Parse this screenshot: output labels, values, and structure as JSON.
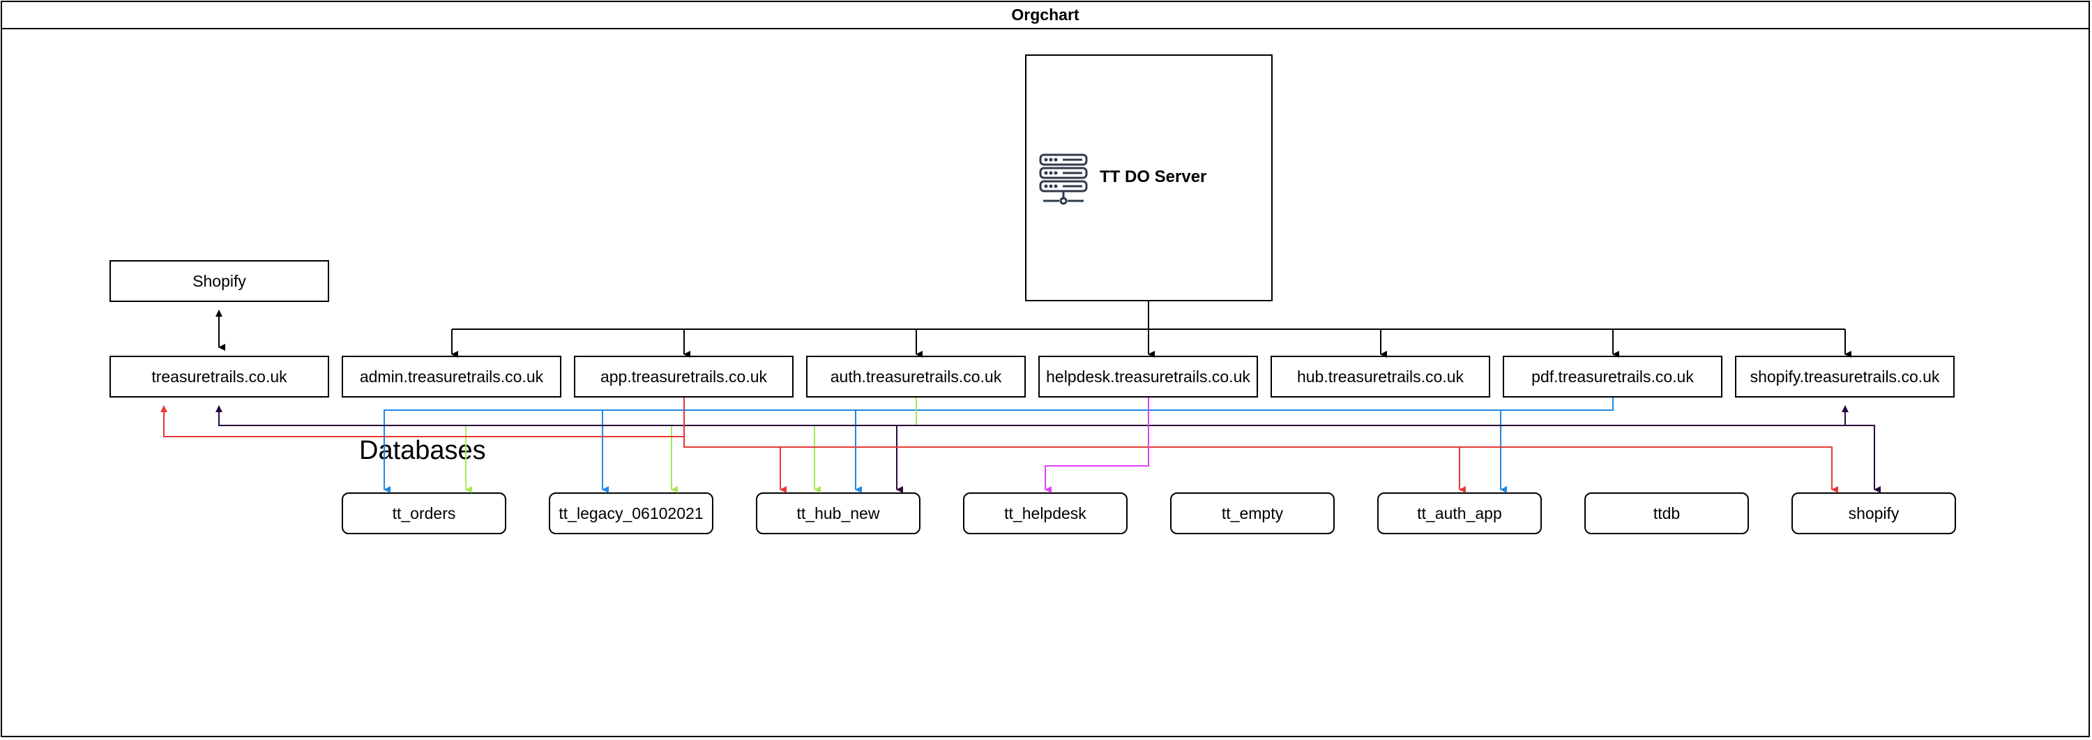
{
  "title": "Orgchart",
  "server": {
    "label": "TT DO Server",
    "icon": "server-icon"
  },
  "shopify_box": {
    "label": "Shopify"
  },
  "root_site": {
    "label": "treasuretrails.co.uk"
  },
  "subdomains": [
    {
      "id": "admin",
      "label": "admin.treasuretrails.co.uk"
    },
    {
      "id": "app",
      "label": "app.treasuretrails.co.uk"
    },
    {
      "id": "auth",
      "label": "auth.treasuretrails.co.uk"
    },
    {
      "id": "helpdesk",
      "label": "helpdesk.treasuretrails.co.uk"
    },
    {
      "id": "hub",
      "label": "hub.treasuretrails.co.uk"
    },
    {
      "id": "pdf",
      "label": "pdf.treasuretrails.co.uk"
    },
    {
      "id": "shopifysub",
      "label": "shopify.treasuretrails.co.uk"
    }
  ],
  "databases_label": "Databases",
  "databases": [
    {
      "id": "tt_orders",
      "label": "tt_orders"
    },
    {
      "id": "tt_legacy",
      "label": "tt_legacy_06102021"
    },
    {
      "id": "tt_hub_new",
      "label": "tt_hub_new"
    },
    {
      "id": "tt_helpdesk",
      "label": "tt_helpdesk"
    },
    {
      "id": "tt_empty",
      "label": "tt_empty"
    },
    {
      "id": "tt_auth_app",
      "label": "tt_auth_app"
    },
    {
      "id": "ttdb",
      "label": "ttdb"
    },
    {
      "id": "shopify_db",
      "label": "shopify"
    }
  ],
  "colors": {
    "black": "#000000",
    "blue": "#1e88e5",
    "red": "#e53935",
    "lime": "#a5e85a",
    "dark_purple": "#2a0a3a",
    "magenta": "#e040fb"
  }
}
